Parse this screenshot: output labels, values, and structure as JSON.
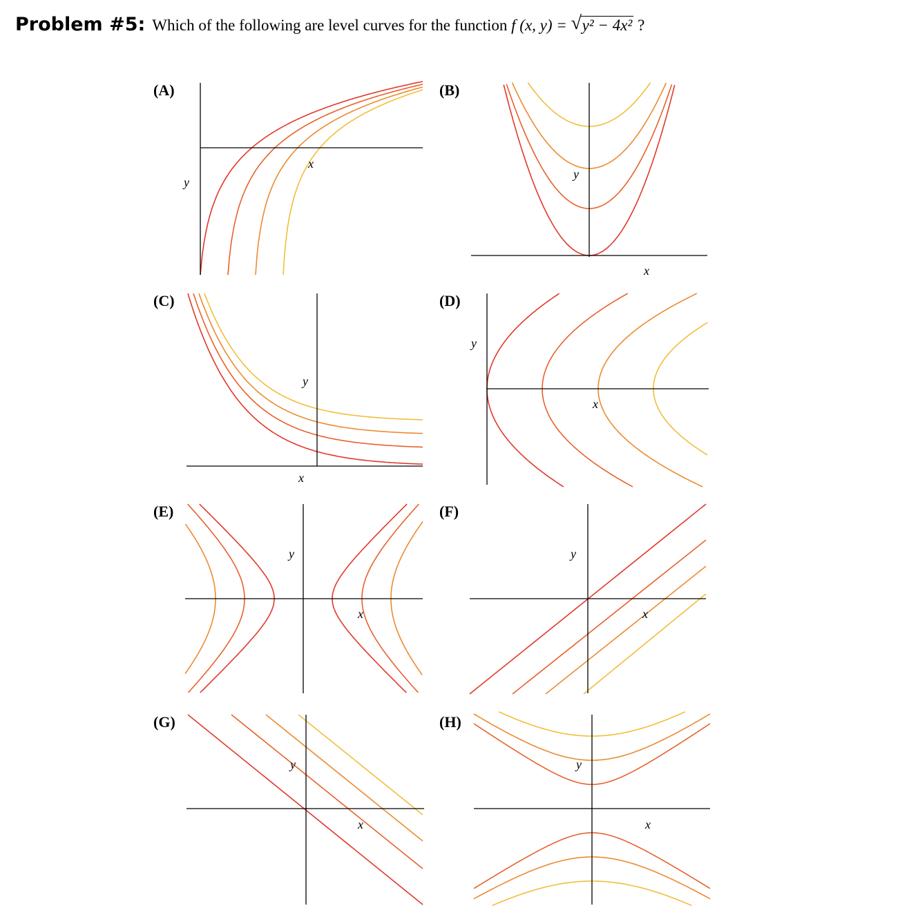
{
  "problem": {
    "number_label": "Problem #5:",
    "question_prefix": "Which of the following are level curves for the function ",
    "function_lhs": "f (x, y) = ",
    "radicand": "y² − 4x²",
    "question_suffix": " ?"
  },
  "panels": [
    {
      "id": "A",
      "label": "(A)",
      "x_label": "x",
      "y_label": "y"
    },
    {
      "id": "B",
      "label": "(B)",
      "x_label": "x",
      "y_label": "y"
    },
    {
      "id": "C",
      "label": "(C)",
      "x_label": "x",
      "y_label": "y"
    },
    {
      "id": "D",
      "label": "(D)",
      "x_label": "x",
      "y_label": "y"
    },
    {
      "id": "E",
      "label": "(E)",
      "x_label": "x",
      "y_label": "y"
    },
    {
      "id": "F",
      "label": "(F)",
      "x_label": "x",
      "y_label": "y"
    },
    {
      "id": "G",
      "label": "(G)",
      "x_label": "x",
      "y_label": "y"
    },
    {
      "id": "H",
      "label": "(H)",
      "x_label": "x",
      "y_label": "y"
    }
  ],
  "colors": [
    "#e0382a",
    "#e8602c",
    "#ec8a30",
    "#f2bd3a"
  ]
}
